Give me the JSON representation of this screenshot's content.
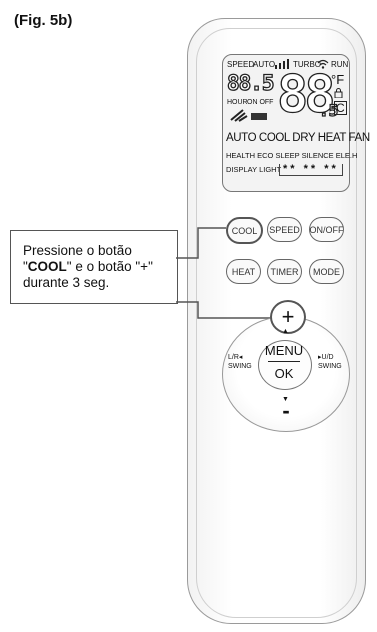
{
  "figure_label": "(Fig. 5b)",
  "lcd": {
    "row1": {
      "speed": "SPEED",
      "auto": "AUTO",
      "turbo": "TURBO",
      "run": "RUN"
    },
    "temp_small": "88.5",
    "hour": "HOUR",
    "on_off": "ON OFF",
    "temp_big": "88",
    "unit_f": "°F",
    "unit_c": "C",
    "decimal": ".5",
    "modes": "AUTO COOL DRY HEAT FAN",
    "row_health": "HEALTH ECO SLEEP SILENCE ELE.H",
    "row_display": "DISPLAY LIGHT",
    "stars": "** ** **"
  },
  "buttons": {
    "cool": "COOL",
    "speed": "SPEED",
    "onoff": "ON/OFF",
    "heat": "HEAT",
    "timer": "TIMER",
    "mode": "MODE"
  },
  "dpad": {
    "plus": "+",
    "minus": "-",
    "menu": "MENU",
    "ok": "OK",
    "lr_top": "L/R",
    "lr_bottom": "SWING",
    "ud_top": "U/D",
    "ud_bottom": "SWING"
  },
  "callout": {
    "line1": "Pressione o botão",
    "q_open": "\"",
    "cool": "COOL",
    "line2_rest": "\" e o botão \"+\"",
    "line3": "durante 3 seg."
  },
  "colors": {
    "outline": "#666666",
    "highlight": "#555555"
  }
}
